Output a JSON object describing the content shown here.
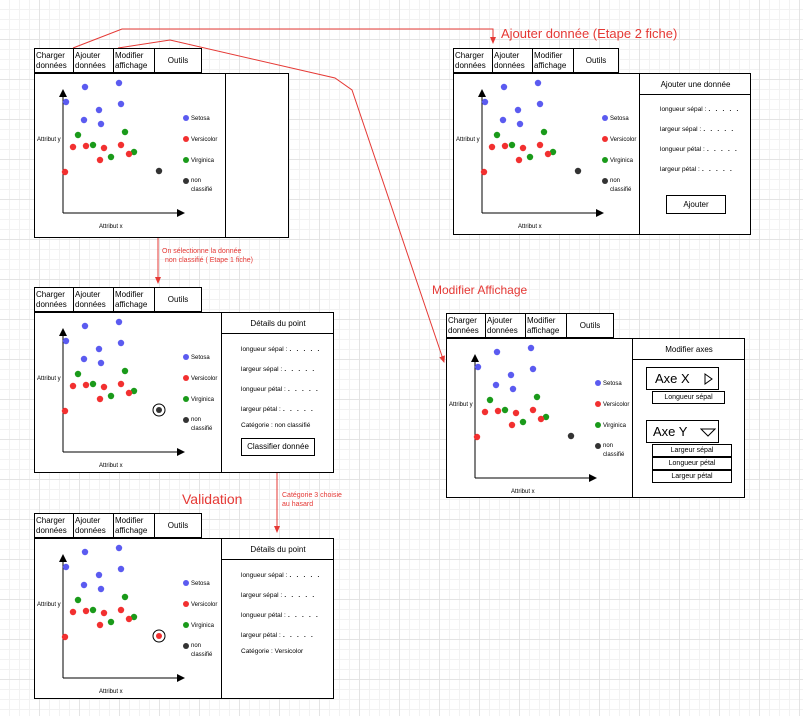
{
  "tabs": {
    "load": "Charger données",
    "add": "Ajouter données",
    "modify": "Modifier affichage",
    "tools": "Outils"
  },
  "plot": {
    "ylabel": "Attribut y",
    "xlabel": "Attribut x",
    "legend": [
      "Setosa",
      "Versicolor",
      "Virginica",
      "non classifié"
    ],
    "colors": {
      "setosa": "#5b5bf0",
      "versicolor": "#f23030",
      "virginica": "#1a9a1a",
      "unclassified": "#333333",
      "arrow": "#e53935"
    }
  },
  "details": {
    "title": "Détails du point",
    "fields": [
      "longueur sépal :",
      "largeur sépal :",
      "longueur pétal :",
      "largeur pétal :"
    ],
    "dots": ". . . . .",
    "category_unclassified": "Catégorie : non classifié",
    "category_versicolor": "Catégorie : Versicolor",
    "classify_button": "Classifier donnée"
  },
  "add_panel": {
    "title": "Ajouter une donnée",
    "button": "Ajouter"
  },
  "modify_panel": {
    "title": "Modifier axes",
    "axe_x": "Axe X",
    "axe_y": "Axe Y",
    "x_value": "Longueur sépal",
    "y_options": [
      "Largeur sépal",
      "Longueur pétal",
      "Largeur pétal"
    ]
  },
  "annotations": {
    "add": "Ajouter donnée (Etape 2 fiche)",
    "select_line1": "On sélectionne la donnée",
    "select_line2": "non classifié ( Etape 1 fiche)",
    "modify": "Modifier Affichage",
    "validation": "Validation",
    "random_line1": "Catégorie 3 choisie",
    "random_line2": "au hasard"
  }
}
